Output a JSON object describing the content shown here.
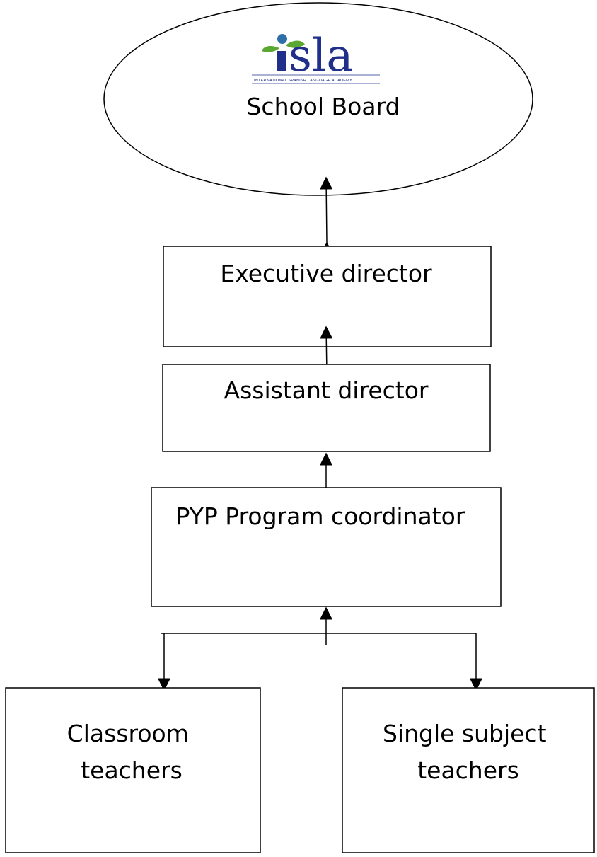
{
  "logo": {
    "word_tail": "sla",
    "tagline": "INTERNATIONAL SPANISH LANGUAGE ACADEMY",
    "colors": {
      "navy": "#1f2f8a",
      "green": "#5aa832",
      "globe": "#2f6fa8"
    }
  },
  "nodes": {
    "school_board": "School Board",
    "executive_director": "Executive director",
    "assistant_director": "Assistant director",
    "pyp_coordinator": "PYP Program coordinator",
    "classroom_teachers": [
      "Classroom",
      "teachers"
    ],
    "single_subject_teachers": [
      "Single subject",
      "teachers"
    ]
  }
}
